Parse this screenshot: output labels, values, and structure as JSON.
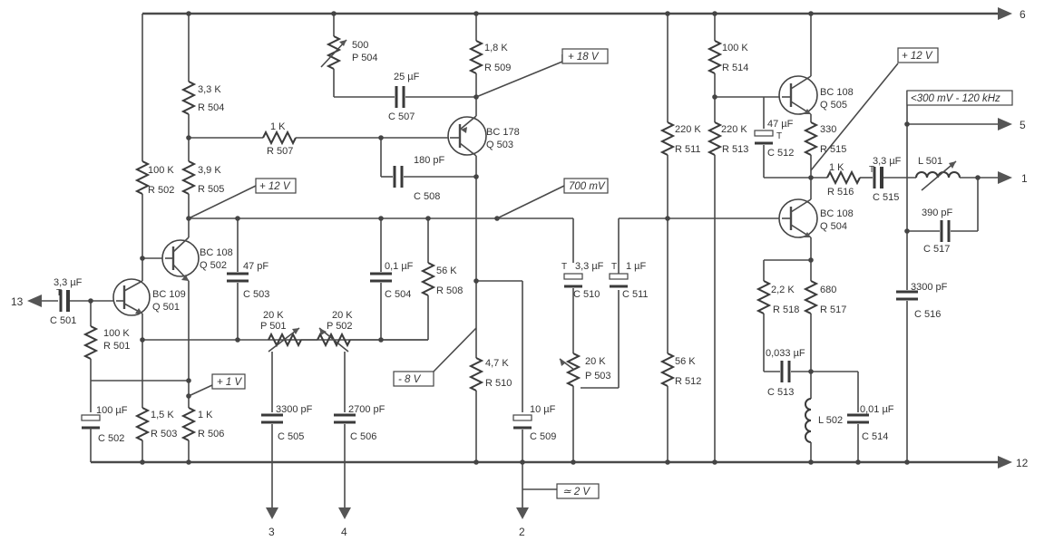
{
  "components": {
    "R501": {
      "ref": "R 501",
      "value": "100 K"
    },
    "R502": {
      "ref": "R 502",
      "value": "100 K"
    },
    "R503": {
      "ref": "R 503",
      "value": "1,5 K"
    },
    "R504": {
      "ref": "R 504",
      "value": "3,3 K"
    },
    "R505": {
      "ref": "R 505",
      "value": "3,9 K"
    },
    "R506": {
      "ref": "R 506",
      "value": "1 K"
    },
    "R507": {
      "ref": "R 507",
      "value": "1 K"
    },
    "R508": {
      "ref": "R 508",
      "value": "56 K"
    },
    "R509": {
      "ref": "R 509",
      "value": "1,8 K"
    },
    "R510": {
      "ref": "R 510",
      "value": "4,7 K"
    },
    "R511": {
      "ref": "R 511",
      "value": "220 K"
    },
    "R512": {
      "ref": "R 512",
      "value": "56 K"
    },
    "R513": {
      "ref": "R 513",
      "value": "220 K"
    },
    "R514": {
      "ref": "R 514",
      "value": "100 K"
    },
    "R515": {
      "ref": "R 515",
      "value": "330"
    },
    "R516": {
      "ref": "R 516",
      "value": "1 K"
    },
    "R517": {
      "ref": "R 517",
      "value": "680"
    },
    "R518": {
      "ref": "R 518",
      "value": "2,2 K"
    },
    "C501": {
      "ref": "C 501",
      "value": "3,3 µF",
      "pol": "T"
    },
    "C502": {
      "ref": "C 502",
      "value": "100 µF"
    },
    "C503": {
      "ref": "C 503",
      "value": "47 pF"
    },
    "C504": {
      "ref": "C 504",
      "value": "0,1 µF"
    },
    "C505": {
      "ref": "C 505",
      "value": "3300 pF"
    },
    "C506": {
      "ref": "C 506",
      "value": "2700 pF"
    },
    "C507": {
      "ref": "C 507",
      "value": "25 µF"
    },
    "C508": {
      "ref": "C 508",
      "value": "180 pF"
    },
    "C509": {
      "ref": "C 509",
      "value": "10 µF"
    },
    "C510": {
      "ref": "C 510",
      "value": "3,3 µF",
      "pol": "T"
    },
    "C511": {
      "ref": "C 511",
      "value": "1 µF",
      "pol": "T"
    },
    "C512": {
      "ref": "C 512",
      "value": "47 µF",
      "pol": "T"
    },
    "C513": {
      "ref": "C 513",
      "value": "0,033 µF"
    },
    "C514": {
      "ref": "C 514",
      "value": "0,01 µF"
    },
    "C515": {
      "ref": "C 515",
      "value": "3,3 µF",
      "pol": "T"
    },
    "C516": {
      "ref": "C 516",
      "value": "3300 pF"
    },
    "C517": {
      "ref": "C 517",
      "value": "390 pF"
    },
    "P501": {
      "ref": "P 501",
      "value": "20 K"
    },
    "P502": {
      "ref": "P 502",
      "value": "20 K"
    },
    "P503": {
      "ref": "P 503",
      "value": "20 K"
    },
    "P504": {
      "ref": "P 504",
      "value": "500"
    },
    "Q501": {
      "ref": "Q 501",
      "type": "BC 109"
    },
    "Q502": {
      "ref": "Q 502",
      "type": "BC 108"
    },
    "Q503": {
      "ref": "Q 503",
      "type": "BC 178"
    },
    "Q504": {
      "ref": "Q 504",
      "type": "BC 108"
    },
    "Q505": {
      "ref": "Q 505",
      "type": "BC 108"
    },
    "L501": {
      "ref": "L 501"
    },
    "L502": {
      "ref": "L 502"
    }
  },
  "annotations": {
    "v18": "+ 18 V",
    "v12a": "+ 12 V",
    "v12b": "+ 12 V",
    "v700": "700 mV",
    "v1": "+ 1 V",
    "vneg8": "- 8 V",
    "v2": "≃ 2 V",
    "v300": "<300 mV - 120 kHz"
  },
  "terminals": {
    "t13": "13",
    "t6": "6",
    "t5": "5",
    "t1": "1",
    "t12": "12",
    "t3": "3",
    "t4": "4",
    "t2": "2"
  }
}
